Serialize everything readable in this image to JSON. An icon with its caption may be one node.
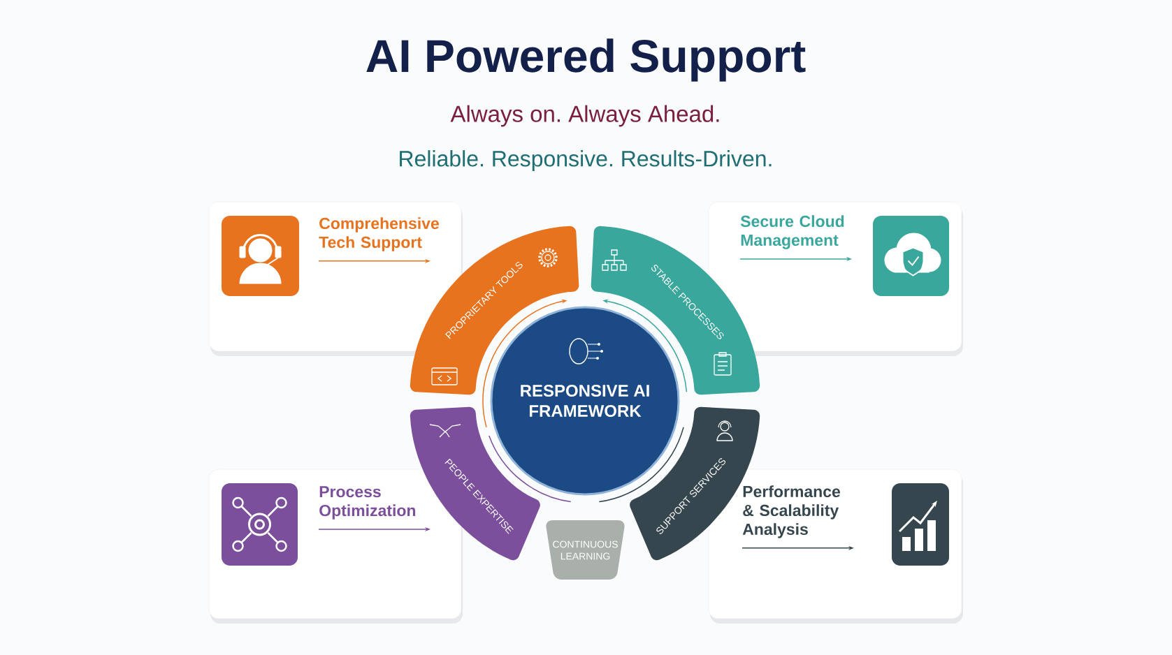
{
  "diagram": {
    "title": "AI Powered Support",
    "nodes": [
      {
        "text": [
          "Comprehensive Tech Support"
        ]
      },
      {
        "text": [
          "Secure Cloud Management"
        ]
      },
      {
        "text": [
          "Process Optimization"
        ]
      },
      {
        "text": [
          "Performance & Scalability Analysis"
        ]
      },
      {
        "text": [
          "RESPONSIVE AI FRAMEWORK"
        ]
      },
      {
        "text": [
          "PROPRIETARY TOOLS"
        ]
      },
      {
        "text": [
          "STABLE PROCESSES"
        ]
      },
      {
        "text": [
          "PEOPLE EXPERTISE"
        ]
      },
      {
        "text": [
          "CONTINUOUS LEARNING"
        ]
      },
      {
        "text": [
          "SUPPORT SERVICES"
        ]
      }
    ],
    "labels": [
      "Always on. Always Ahead.",
      "Reliable. Responsive. Results-Driven."
    ]
  }
}
